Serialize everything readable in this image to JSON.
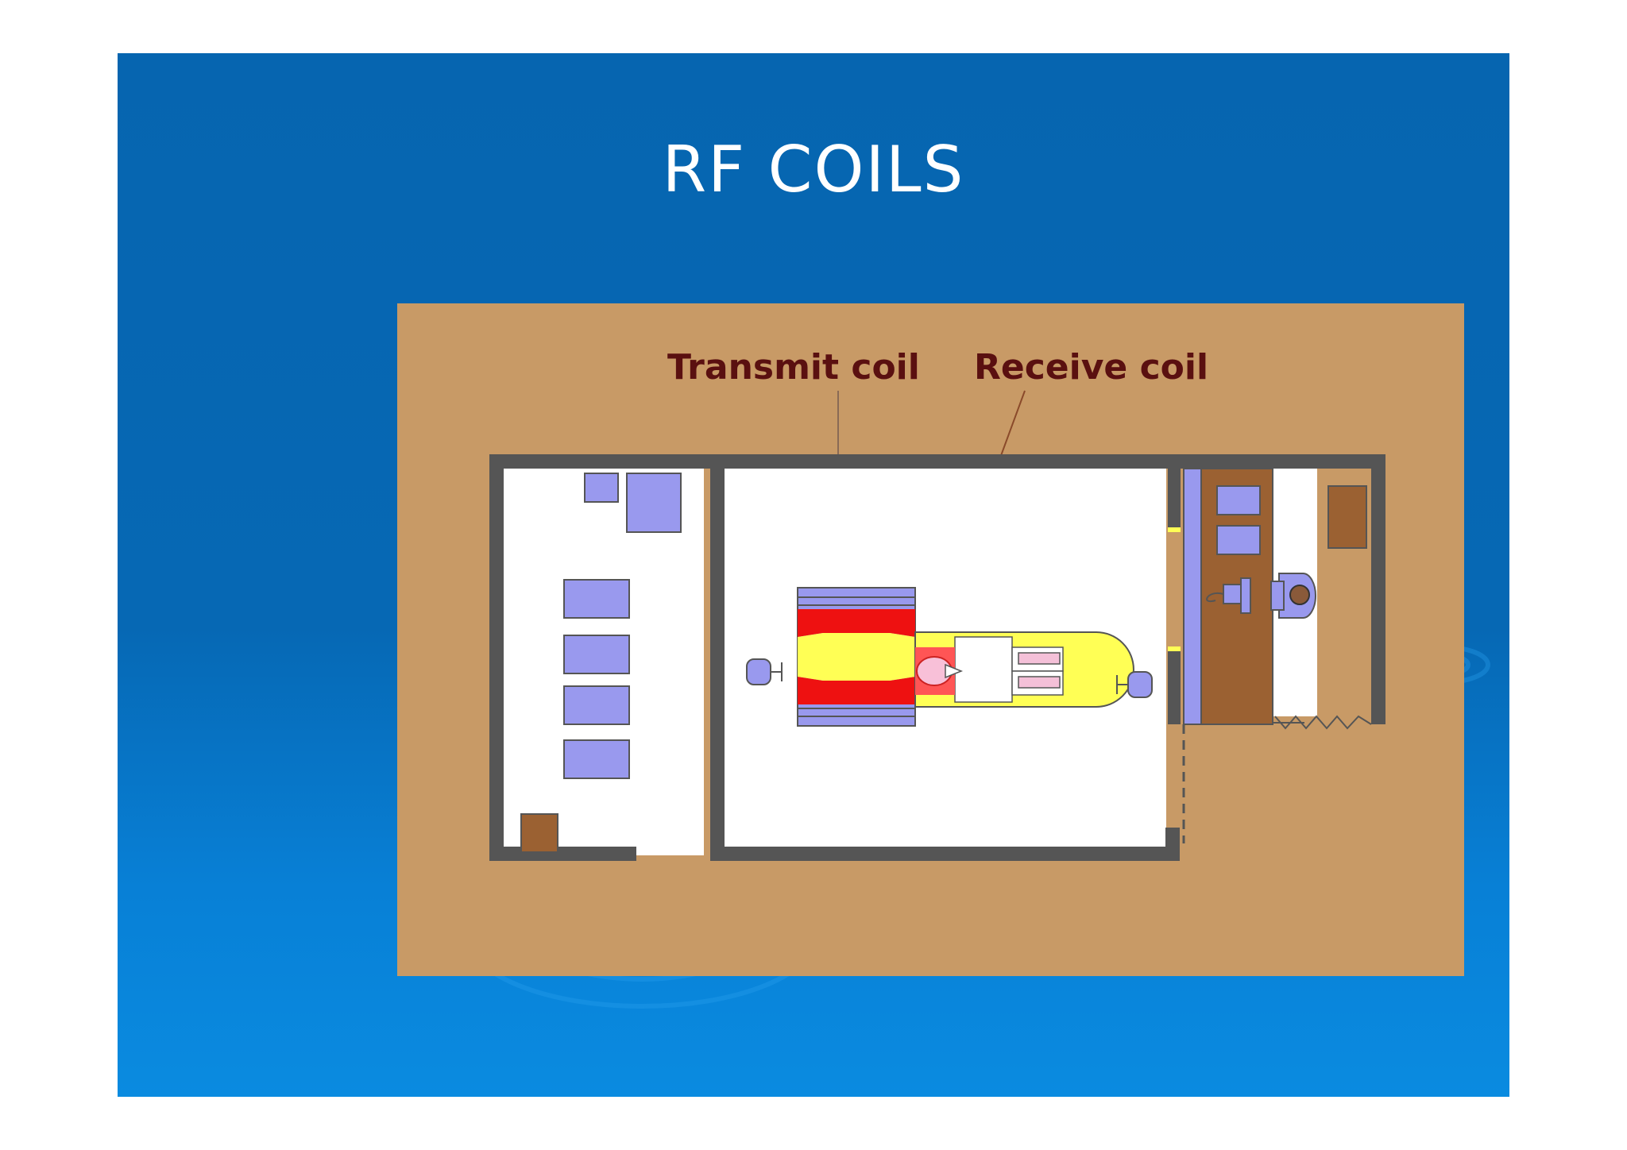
{
  "slide": {
    "title": "RF COILS",
    "colors": {
      "background_top": "#0665b0",
      "background_bottom": "#0a8be0",
      "diagram_background": "#c89a66",
      "wall": "#555555",
      "equipment": "#9999ee",
      "furniture": "#9b6132",
      "magnet_red": "#ee1111",
      "bore_yellow": "#ffff55"
    }
  },
  "diagram": {
    "labels": {
      "transmit_coil": "Transmit coil",
      "receive_coil": "Receive coil"
    }
  }
}
